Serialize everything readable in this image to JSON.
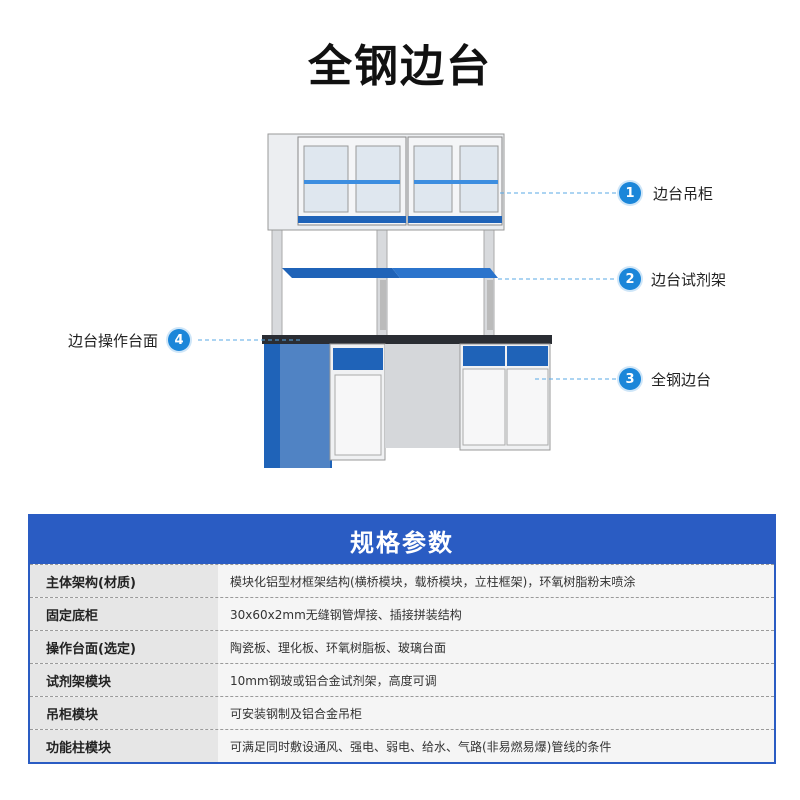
{
  "title": "全钢边台",
  "callouts": [
    {
      "number": "1",
      "label": "边台吊柜"
    },
    {
      "number": "2",
      "label": "边台试剂架"
    },
    {
      "number": "3",
      "label": "全钢边台"
    },
    {
      "number": "4",
      "label": "边台操作台面"
    }
  ],
  "spec": {
    "heading": "规格参数",
    "rows": [
      {
        "label": "主体架构(材质)",
        "value": "模块化铝型材框架结构(横桥模块，载桥模块，立柱框架)，环氧树脂粉末喷涂"
      },
      {
        "label": "固定底柜",
        "value": "30x60x2mm无缝钢管焊接、插接拼装结构"
      },
      {
        "label": "操作台面(选定)",
        "value": "陶瓷板、理化板、环氧树脂板、玻璃台面"
      },
      {
        "label": "试剂架模块",
        "value": "10mm钢玻或铝合金试剂架，高度可调"
      },
      {
        "label": "吊柜模块",
        "value": "可安装钢制及铝合金吊柜"
      },
      {
        "label": "功能柱模块",
        "value": "可满足同时敷设通风、强电、弱电、给水、气路(非易燃易爆)管线的条件"
      }
    ]
  },
  "colors": {
    "accent": "#2a5cc3",
    "callout": "#1b86d9",
    "cabinet_blue": "#1f63b8"
  }
}
